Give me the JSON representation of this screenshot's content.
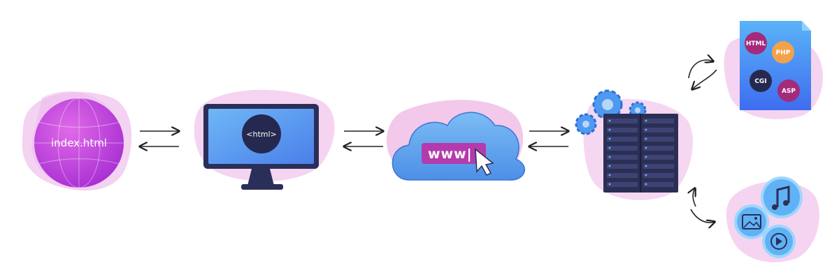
{
  "globe": {
    "label": "index.html"
  },
  "monitor": {
    "label": "<html>"
  },
  "cloud": {
    "label": "www|"
  },
  "document": {
    "badges": [
      "HTML",
      "PHP",
      "CGI",
      "ASP"
    ]
  },
  "colors": {
    "blob": "#f2c9ee",
    "globe": "#c43ad8",
    "monitor_screen": "#4f8ef0",
    "cloud": "#5fa4ee",
    "server": "#2b2f55",
    "document": "#3d7ff1",
    "arrow": "#222222"
  }
}
